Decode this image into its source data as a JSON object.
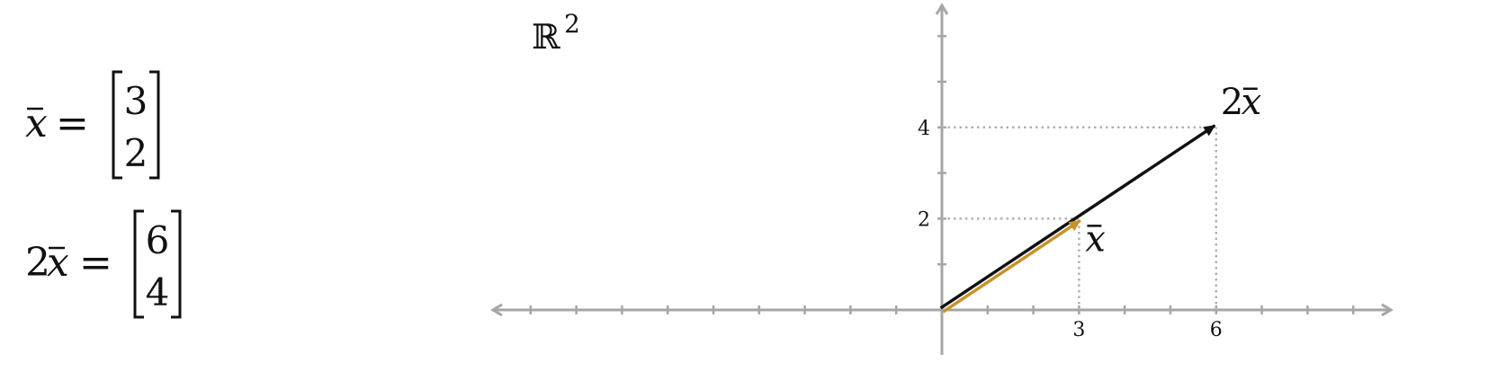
{
  "space_label": "ℝ",
  "space_exponent": "2",
  "equations": [
    {
      "lhs_coef": "",
      "lhs_var": "x",
      "equals": "=",
      "entries": [
        "3",
        "2"
      ]
    },
    {
      "lhs_coef": "2",
      "lhs_var": "x",
      "equals": "=",
      "entries": [
        "6",
        "4"
      ]
    }
  ],
  "axes": {
    "x_range": [
      -10,
      10
    ],
    "y_range": [
      -1,
      6.7
    ],
    "x_tick_labels": [
      "3",
      "6"
    ],
    "y_tick_labels": [
      "2",
      "4"
    ]
  },
  "vectors": [
    {
      "name": "xbar",
      "label_coef": "",
      "label_var": "x",
      "x": 3,
      "y": 2,
      "color": "#c8922a"
    },
    {
      "name": "2xbar",
      "label_coef": "2",
      "label_var": "x",
      "x": 6,
      "y": 4,
      "color": "#111111"
    }
  ],
  "colors": {
    "axis": "#a6a6a6",
    "guide": "#b0b0b0",
    "primary_vector": "#c8922a",
    "scaled_vector": "#111111"
  }
}
